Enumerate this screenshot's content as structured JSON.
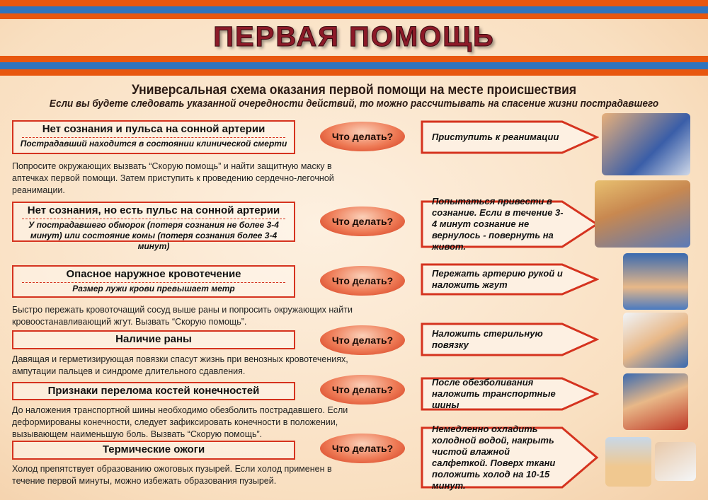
{
  "title": "ПЕРВАЯ ПОМОЩЬ",
  "heading": "Универсальная схема оказания первой помощи на месте происшествия",
  "subheading": "Если вы будете следовать указанной очередности действий, то можно рассчитывать на спасение жизни пострадавшего",
  "ask_label": "Что делать?",
  "colors": {
    "orange": "#e8570f",
    "blue": "#2f74be",
    "red": "#d5331f",
    "title": "#8c1a28"
  },
  "rows": [
    {
      "title": "Нет сознания и пульса на сонной артерии",
      "subtitle": "Пострадавший находится в состоянии клинической смерти",
      "note": "Попросите окружающих вызвать “Скорую помощь” и найти защитную маску в аптечках первой помощи. Затем  приступить к проведению сердечно-легочной реанимации.",
      "action": "Приступить к реанимации"
    },
    {
      "title": "Нет сознания, но есть пульс на сонной артерии",
      "subtitle": "У пострадавшего обморок (потеря сознания не более 3-4 минут) или состояние комы (потеря сознания более 3-4 минут)",
      "note": "",
      "action": "Попытаться привести в сознание. Если в течение 3-4 минут сознание не вернулось - повернуть на живот."
    },
    {
      "title": "Опасное наружное кровотечение",
      "subtitle": "Размер лужи крови превышает метр",
      "note": "Быстро пережать кровоточащий сосуд выше раны и попросить окружающих найти кровоостанавливающий жгут. Вызвать “Скорую помощь”.",
      "action": "Пережать артерию рукой и наложить жгут"
    },
    {
      "title": "Наличие раны",
      "subtitle": "",
      "note": "Давящая и герметизирующая повязки спасут жизнь при венозных кровотечениях, ампутации пальцев и синдроме длительного сдавления.",
      "action": "Наложить стерильную повязку"
    },
    {
      "title": "Признаки перелома костей конечностей",
      "subtitle": "",
      "note": "До наложения транспортной шины необходимо обезболить пострадавшего. Если деформированы конечности, следует зафиксировать конечности в положении, вызывающем наименьшую боль. Вызвать “Скорую помощь”.",
      "action": "После обезболивания наложить транспортные шины"
    },
    {
      "title": "Термические ожоги",
      "subtitle": "",
      "note": "Холод препятствует образованию ожоговых пузырей. Если холод применен в течение первой минуты, можно избежать образования пузырей.",
      "action": "Немедленно охладить холодной водой, накрыть чистой влажной салфеткой. Поверх ткани положить холод на 10-15 минут."
    }
  ]
}
